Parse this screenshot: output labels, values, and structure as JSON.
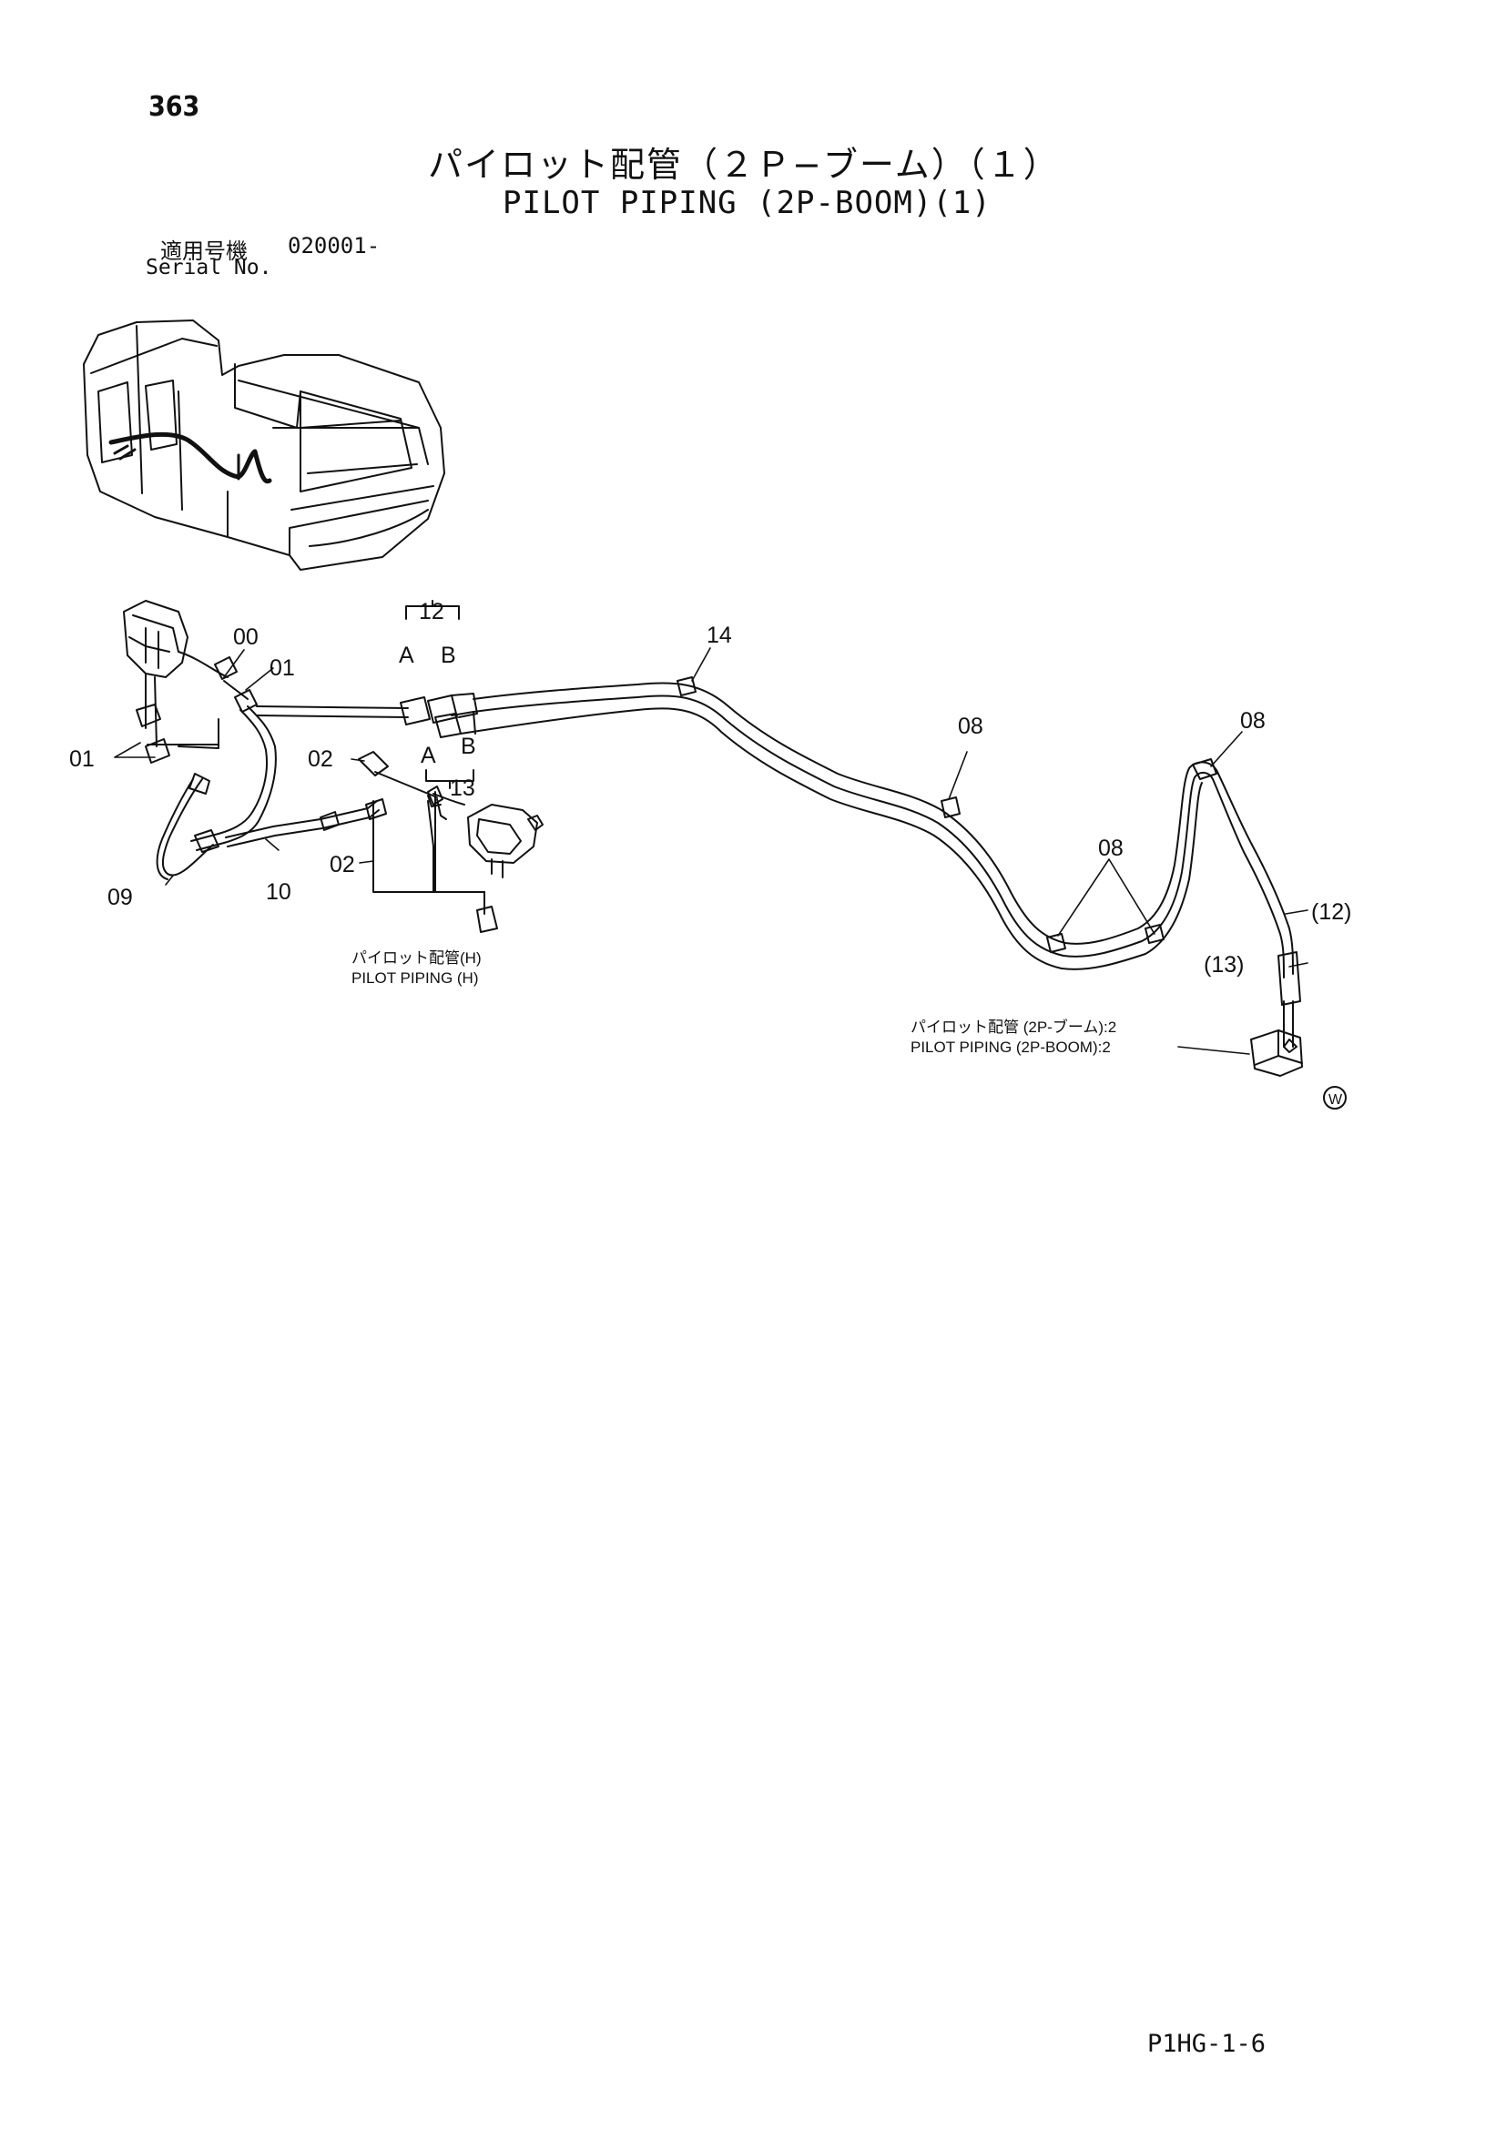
{
  "header": {
    "page_number": "363",
    "title_ja": "パイロット配管（２Ｐ−ブーム）（１）",
    "title_en": "PILOT PIPING (2P-BOOM)(1)",
    "serial_label_ja": "適用号機",
    "serial_value": "020001-",
    "serial_label_en": "Serial No."
  },
  "callouts": {
    "c00": "00",
    "c01_top": "01",
    "c01_left": "01",
    "c02_top": "02",
    "c02_bottom": "02",
    "c09": "09",
    "c10": "10",
    "c12": "12",
    "c12_a": "A",
    "c12_b": "B",
    "c13": "13",
    "c13_a": "A",
    "c13_b": "B",
    "c14": "14",
    "c08_mid": "08",
    "c08_right": "08",
    "c08_lower": "08",
    "c12_paren": "(12)",
    "c13_paren": "(13)",
    "circle_w": "W"
  },
  "references": {
    "pilot_h_ja": "パイロット配管(H)",
    "pilot_h_en": "PILOT PIPING (H)",
    "pilot_2p_ja": "パイロット配管 (2P-ブーム):2",
    "pilot_2p_en": "PILOT PIPING (2P-BOOM):2"
  },
  "footer": {
    "code": "P1HG-1-6"
  },
  "colors": {
    "ink": "#111111",
    "background": "#ffffff"
  }
}
